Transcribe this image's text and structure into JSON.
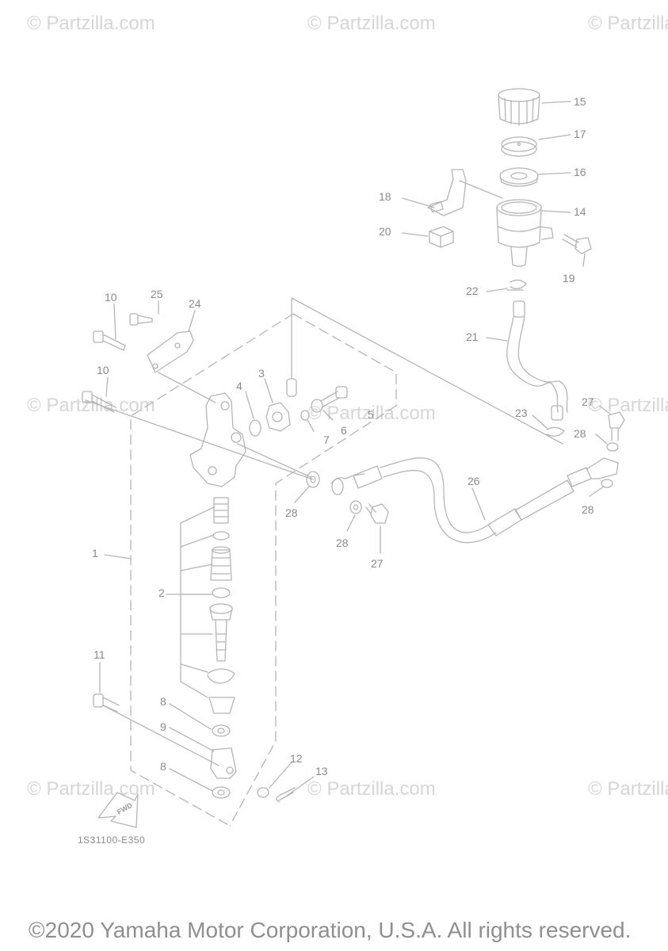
{
  "watermark": "© Partzilla.com",
  "diagram_code": "1S31100-E350",
  "copyright": "©2020 Yamaha Motor Corporation, U.S.A. All rights reserved.",
  "fwd_label": "FWD",
  "part_numbers": {
    "p1": "1",
    "p2": "2",
    "p3": "3",
    "p4": "4",
    "p5": "5",
    "p6": "6",
    "p7": "7",
    "p8a": "8",
    "p8b": "8",
    "p9": "9",
    "p10a": "10",
    "p10b": "10",
    "p11": "11",
    "p12": "12",
    "p13": "13",
    "p14": "14",
    "p15": "15",
    "p16": "16",
    "p17": "17",
    "p18": "18",
    "p19": "19",
    "p20": "20",
    "p21": "21",
    "p22": "22",
    "p23": "23",
    "p24": "24",
    "p25": "25",
    "p26": "26",
    "p27a": "27",
    "p27b": "27",
    "p28a": "28",
    "p28b": "28",
    "p28c": "28",
    "p28d": "28"
  }
}
